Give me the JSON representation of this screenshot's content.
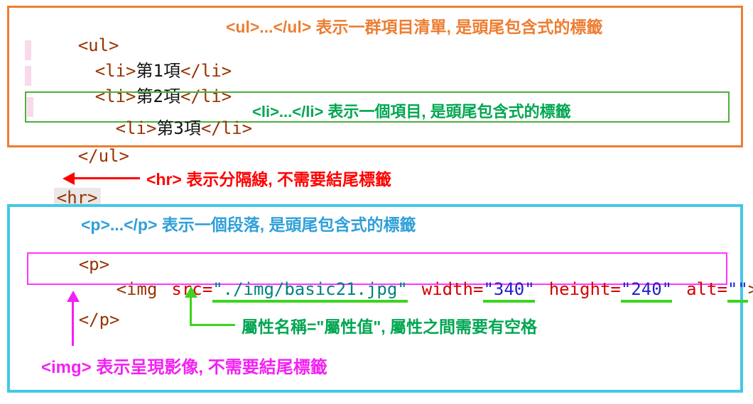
{
  "colors": {
    "orange": "#ED7D31",
    "green_text": "#00A651",
    "green_box_border": "#4DAE3C",
    "bright_green_marks": "#3CD41E",
    "red": "#FF0000",
    "blue": "#2F9FD8",
    "cyan_border": "#44C7E6",
    "magenta": "#F320F3",
    "code_tag": "#993300",
    "attr_name": "#D40000",
    "value_teal": "#008080",
    "value_blue": "#2222CC"
  },
  "ul_section": {
    "annotation": "<ul>...</ul> 表示一群項目清單, 是頭尾包含式的標籤",
    "li_annotation": "<li>...</li> 表示一個項目, 是頭尾包含式的標籤",
    "code": {
      "open": "<ul>",
      "close": "</ul>",
      "items": [
        {
          "open": "<li>",
          "text": "第1項",
          "close": "</li>"
        },
        {
          "open": "<li>",
          "text": "第2項",
          "close": "</li>"
        },
        {
          "open": "<li>",
          "text": "第3項",
          "close": "</li>"
        }
      ]
    }
  },
  "hr_section": {
    "code": "<hr>",
    "annotation": "<hr> 表示分隔線, 不需要結尾標籤"
  },
  "p_section": {
    "annotation": "<p>...</p> 表示一個段落, 是頭尾包含式的標籤",
    "p_open": "<p>",
    "p_close": "</p>",
    "img_code": {
      "tag_open": "<img",
      "tag_close": ">",
      "attrs": [
        {
          "name": "src",
          "eq": "=",
          "value": "\"./img/basic21.jpg\""
        },
        {
          "name": "width",
          "eq": "=",
          "value": "\"340\""
        },
        {
          "name": "height",
          "eq": "=",
          "value": "\"240\""
        },
        {
          "name": "alt",
          "eq": "=",
          "value": "\"\""
        }
      ]
    },
    "attr_annotation": "屬性名稱=\"屬性值\", 屬性之間需要有空格",
    "img_annotation": "<img> 表示呈現影像, 不需要結尾標籤"
  }
}
